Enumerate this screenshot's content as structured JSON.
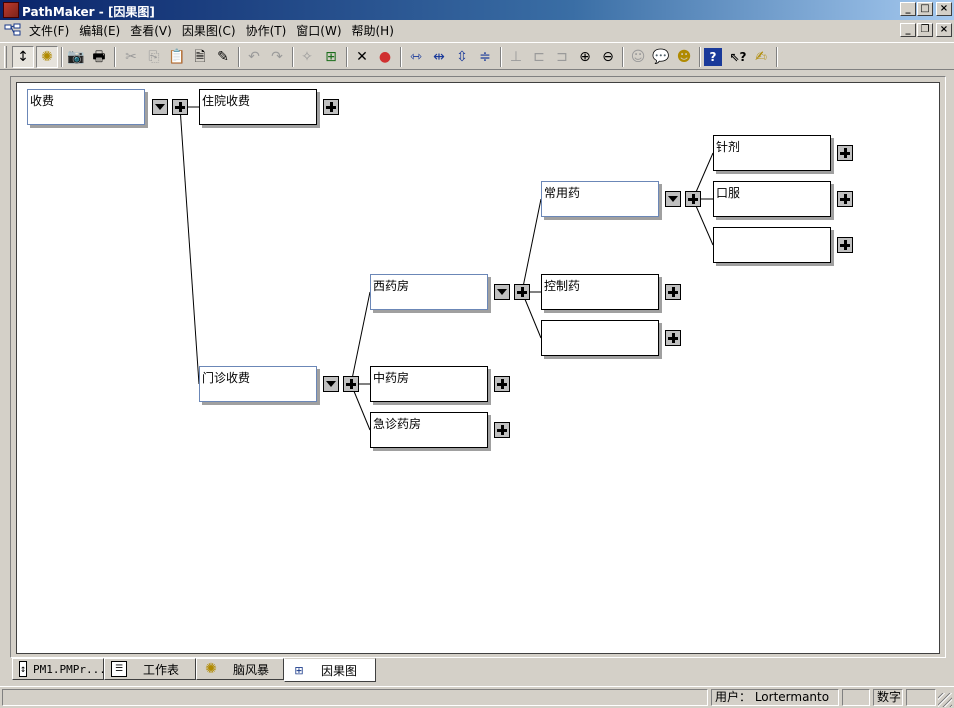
{
  "window": {
    "title": "PathMaker - [因果图]"
  },
  "menu": {
    "items": [
      "文件(F)",
      "编辑(E)",
      "查看(V)",
      "因果图(C)",
      "协作(T)",
      "窗口(W)",
      "帮助(H)"
    ]
  },
  "window_buttons": {
    "minimize": "_",
    "maximize": "□",
    "close": "×",
    "restore": "❐"
  },
  "toolbar": {
    "buttons": [
      {
        "name": "pointer-tool-icon",
        "glyph": "↕"
      },
      {
        "name": "brainstorm-tool-icon",
        "glyph": "✺"
      },
      {
        "name": "camera-icon",
        "glyph": "📷"
      },
      {
        "name": "print-icon",
        "glyph": "🖶"
      },
      {
        "name": "cut-icon",
        "glyph": "✂"
      },
      {
        "name": "copy-icon",
        "glyph": "⎘"
      },
      {
        "name": "paste-icon",
        "glyph": "📋"
      },
      {
        "name": "paste-special-icon",
        "glyph": "🗎"
      },
      {
        "name": "format-painter-icon",
        "glyph": "✎"
      },
      {
        "name": "undo-icon",
        "glyph": "↶"
      },
      {
        "name": "redo-icon",
        "glyph": "↷"
      },
      {
        "name": "magic-wand-icon",
        "glyph": "✧"
      },
      {
        "name": "tree-layout-icon",
        "glyph": "⊞"
      },
      {
        "name": "tools-icon",
        "glyph": "✕"
      },
      {
        "name": "color-icon",
        "glyph": "●"
      },
      {
        "name": "expand-horizontal-icon",
        "glyph": "⇿"
      },
      {
        "name": "collapse-horizontal-icon",
        "glyph": "⇹"
      },
      {
        "name": "expand-vertical-icon",
        "glyph": "⇳"
      },
      {
        "name": "collapse-vertical-icon",
        "glyph": "≑"
      },
      {
        "name": "align-bottom-icon",
        "glyph": "⊥"
      },
      {
        "name": "align-left-icon",
        "glyph": "⊏"
      },
      {
        "name": "align-right-icon",
        "glyph": "⊐"
      },
      {
        "name": "zoom-in-icon",
        "glyph": "⊕"
      },
      {
        "name": "zoom-out-icon",
        "glyph": "⊖"
      },
      {
        "name": "smiley-icon",
        "glyph": "☺"
      },
      {
        "name": "comment-icon",
        "glyph": "💬"
      },
      {
        "name": "team-icon",
        "glyph": "☻"
      },
      {
        "name": "help-icon",
        "glyph": "?"
      },
      {
        "name": "context-help-icon",
        "glyph": "⇖?"
      },
      {
        "name": "notes-icon",
        "glyph": "✍"
      }
    ]
  },
  "diagram": {
    "nodes": [
      {
        "id": "root",
        "text": "收费"
      },
      {
        "id": "inpatient",
        "text": "住院收费"
      },
      {
        "id": "outpatient",
        "text": "门诊收费"
      },
      {
        "id": "western",
        "text": "西药房"
      },
      {
        "id": "chinese",
        "text": "中药房"
      },
      {
        "id": "emergency",
        "text": "急诊药房"
      },
      {
        "id": "common",
        "text": "常用药"
      },
      {
        "id": "controlled",
        "text": "控制药"
      },
      {
        "id": "blank1",
        "text": ""
      },
      {
        "id": "injection",
        "text": "针剂"
      },
      {
        "id": "oral",
        "text": "口服"
      },
      {
        "id": "blank2",
        "text": ""
      }
    ],
    "colors": {
      "node_border": "#000000",
      "selected_border": "#6b87b7",
      "button_fill": "#c0c0c0"
    }
  },
  "tabs": [
    {
      "label": "PM1.PMPr...",
      "icon": "project-icon"
    },
    {
      "label": "工作表",
      "icon": "worksheet-icon"
    },
    {
      "label": "脑风暴",
      "icon": "brainstorm-icon"
    },
    {
      "label": "因果图",
      "icon": "cause-effect-icon",
      "active": true
    }
  ],
  "status": {
    "user": "用户：  Lortermanto",
    "mode": "数字"
  }
}
